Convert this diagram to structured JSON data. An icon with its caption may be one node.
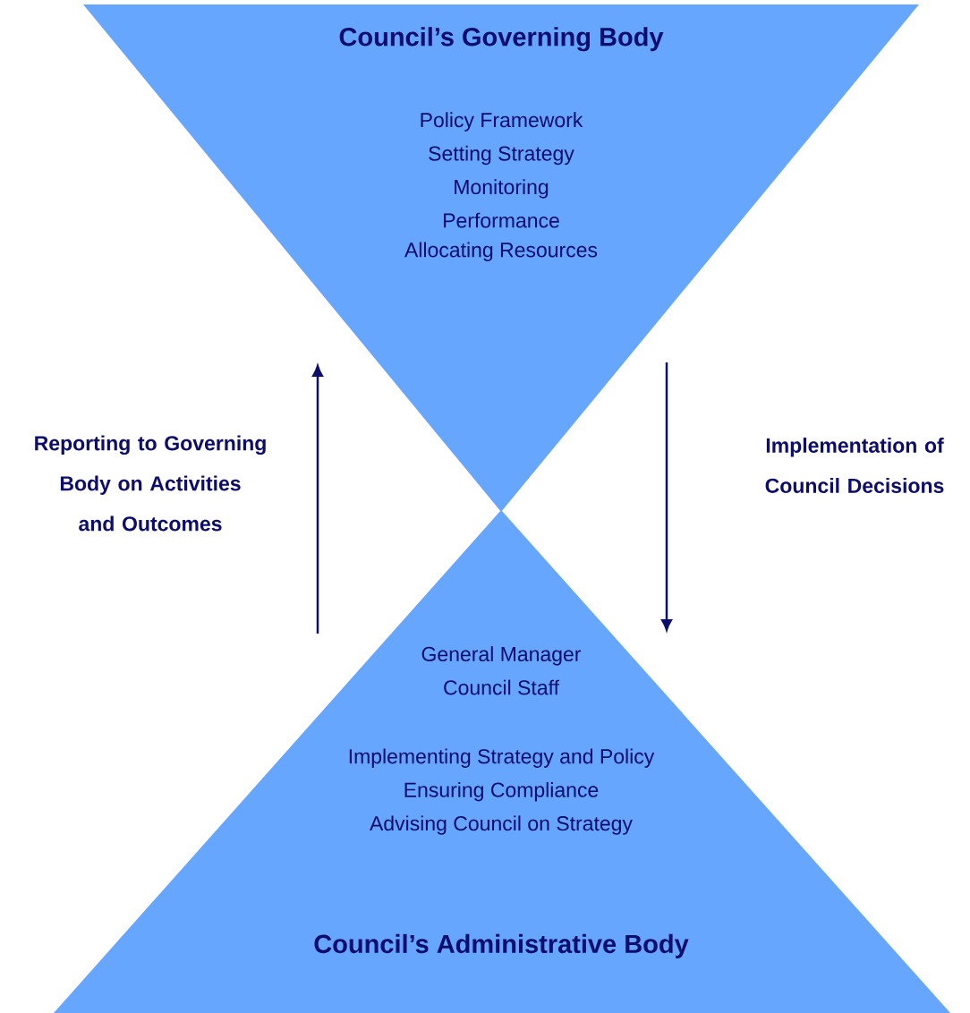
{
  "diagram": {
    "nodes": [
      {
        "text": [
          "Council’s Governing Body",
          "Policy Framework",
          "Setting Strategy",
          "Monitoring",
          "Performance",
          "Allocating Resources"
        ]
      },
      {
        "text": [
          "General Manager",
          "Council Staff",
          "Implementing Strategy and Policy",
          "Ensuring Compliance",
          "Advising Council on Strategy",
          "Council’s Administrative Body"
        ]
      }
    ],
    "edges": [
      {
        "from": 1,
        "to": 0,
        "arrow": "to",
        "label": "Reporting to Governing Body on Activities and Outcomes"
      },
      {
        "from": 0,
        "to": 1,
        "arrow": "to",
        "label": "Implementation of Council Decisions"
      }
    ]
  }
}
